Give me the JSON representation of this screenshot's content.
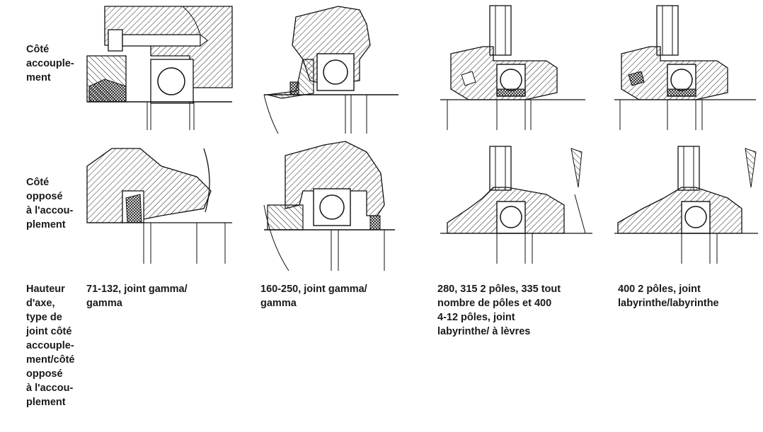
{
  "rows": {
    "coupling_side": [
      "Côté",
      "accouple-",
      "ment"
    ],
    "opposite_side": [
      "Côté",
      "opposé",
      "à l'accou-",
      "plement"
    ],
    "header": [
      "Hauteur",
      "d'axe,",
      "type de",
      "joint côté",
      "accouple-",
      "ment/côté",
      "opposé",
      "à l'accou-",
      "plement"
    ]
  },
  "columns": [
    {
      "caption": [
        "71-132, joint gamma/",
        "gamma"
      ]
    },
    {
      "caption": [
        "160-250, joint gamma/",
        "gamma"
      ]
    },
    {
      "caption": [
        "280, 315 2 pôles, 335 tout",
        "nombre de pôles et 400",
        "4-12 pôles, joint",
        "labyrinthe/ à lèvres"
      ]
    },
    {
      "caption": [
        "400 2 pôles, joint",
        "labyrinthe/labyrinthe"
      ]
    }
  ]
}
